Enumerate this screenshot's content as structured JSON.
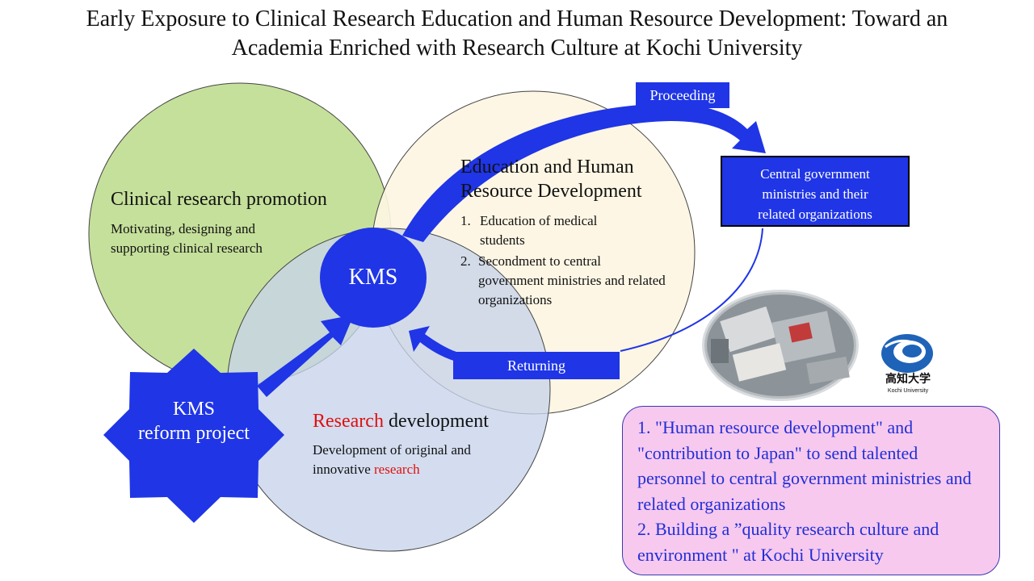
{
  "title": {
    "line1": "Early Exposure to Clinical Research Education and Human Resource Development: Toward an",
    "line2": "Academia Enriched with Research Culture at Kochi University"
  },
  "clinical": {
    "title": "Clinical research promotion",
    "body": "Motivating, designing and supporting clinical research"
  },
  "education": {
    "title_line1": "Education and Human",
    "title_line2": "Resource Development",
    "items": [
      {
        "num": "1.",
        "text": "Education of medical students"
      },
      {
        "num": "2.",
        "text": "Secondment to central government ministries and related organizations"
      }
    ]
  },
  "research": {
    "title_red": "Research",
    "title_rest": " development",
    "body_prefix": "Development of original and innovative ",
    "body_red": "research"
  },
  "kms": "KMS",
  "reform": {
    "line1": "KMS",
    "line2": "reform project"
  },
  "proceeding": "Proceeding",
  "returning": "Returning",
  "ministries": {
    "line1": "Central government",
    "line2": "ministries and their",
    "line3": "related organizations"
  },
  "logo": {
    "kanji": "高知大学",
    "sub": "Kochi University"
  },
  "purpose": {
    "item1": "1. \"Human resource development\" and \"contribution to Japan\" to send talented personnel to central government ministries and related organizations",
    "item2": "2. Building a ”quality research culture and environment \" at Kochi University"
  },
  "colors": {
    "clinical_circle": "#c5e09b",
    "education_circle": "#fdf5e2",
    "research_circle": "#c6d3ea",
    "blue": "#1f35e6",
    "purpose_bg": "#f8c9ee",
    "purpose_text": "#1f2fd6",
    "red": "#e01010"
  }
}
